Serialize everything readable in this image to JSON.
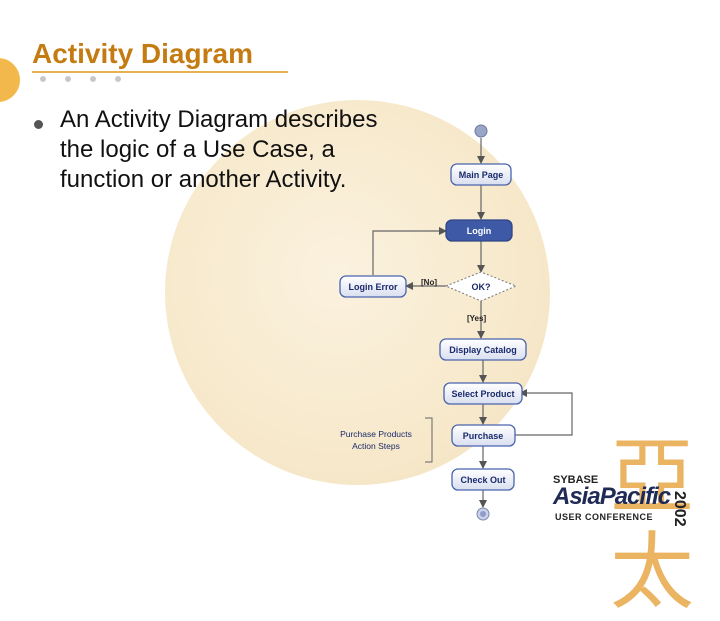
{
  "slide": {
    "title": "Activity Diagram",
    "bullet": "An Activity Diagram describes the logic of a Use Case, a function or another Activity."
  },
  "diagram": {
    "nodes": {
      "main_page": "Main Page",
      "login": "Login",
      "ok": "OK?",
      "login_error": "Login Error",
      "display_catalog": "Display Catalog",
      "select_product": "Select Product",
      "purchase": "Purchase",
      "check_out": "Check Out"
    },
    "guards": {
      "no": "[No]",
      "yes": "[Yes]"
    },
    "note": {
      "line1": "Purchase Products",
      "line2": "Action Steps"
    }
  },
  "logo": {
    "glyph": "亞太",
    "brand": "SYBASE",
    "main": "AsiaPacific",
    "sub": "USER CONFERENCE",
    "year": "2002"
  },
  "colors": {
    "title": "#c47c12",
    "node_fill": "#3e5aa6",
    "node_label": "#1a2a6c",
    "accent": "#f2b84b"
  }
}
